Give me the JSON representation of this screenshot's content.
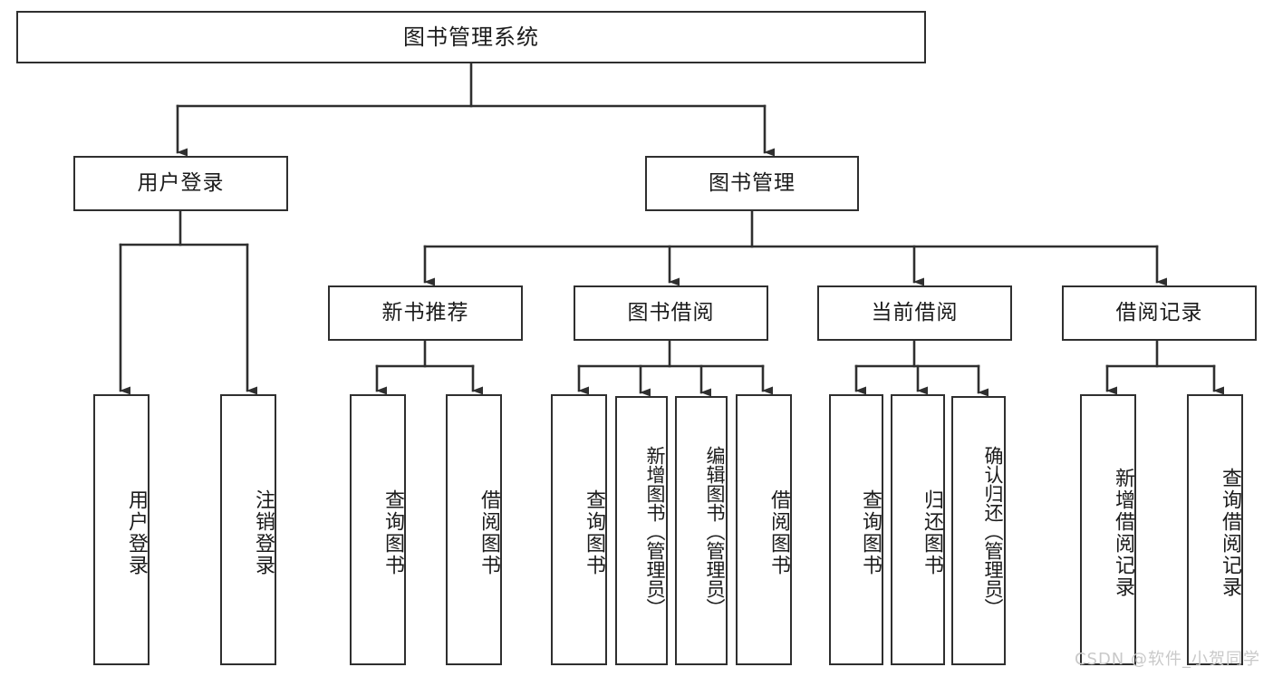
{
  "diagram": {
    "title": "图书管理系统",
    "type": "tree-hierarchy-diagram",
    "watermark": "CSDN @软件_小贺同学",
    "style": {
      "box_border_color": "#2f2f2f",
      "box_fill_color": "#ffffff",
      "line_color": "#2f2f2f",
      "background_color": "#ffffff",
      "watermark_color": "#c9c9c9"
    },
    "root": {
      "label": "图书管理系统"
    },
    "level2": [
      {
        "label": "用户登录"
      },
      {
        "label": "图书管理"
      }
    ],
    "level3": [
      {
        "label": "新书推荐"
      },
      {
        "label": "图书借阅"
      },
      {
        "label": "当前借阅"
      },
      {
        "label": "借阅记录"
      }
    ],
    "leaves_user_login": [
      {
        "label": "用户登录"
      },
      {
        "label": "注销登录"
      }
    ],
    "leaves_new_book": [
      {
        "label": "查询图书"
      },
      {
        "label": "借阅图书"
      }
    ],
    "leaves_borrow": [
      {
        "label": "查询图书"
      },
      {
        "label": "新增图书（管理员）"
      },
      {
        "label": "编辑图书（管理员）"
      },
      {
        "label": "借阅图书"
      }
    ],
    "leaves_current": [
      {
        "label": "查询图书"
      },
      {
        "label": "归还图书"
      },
      {
        "label": "确认归还（管理员）"
      }
    ],
    "leaves_records": [
      {
        "label": "新增借阅记录"
      },
      {
        "label": "查询借阅记录"
      }
    ]
  }
}
